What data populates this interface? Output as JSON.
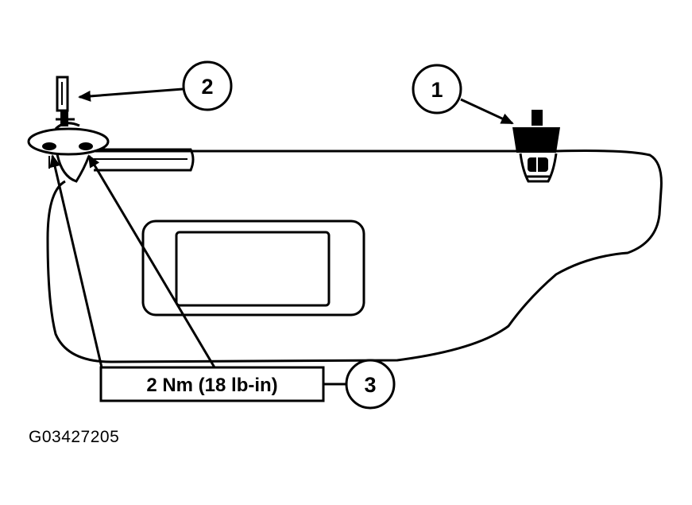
{
  "callouts": {
    "c1": "1",
    "c2": "2",
    "c3": "3"
  },
  "torque_label": "2 Nm (18 lb-in)",
  "figure_id": "G03427205"
}
